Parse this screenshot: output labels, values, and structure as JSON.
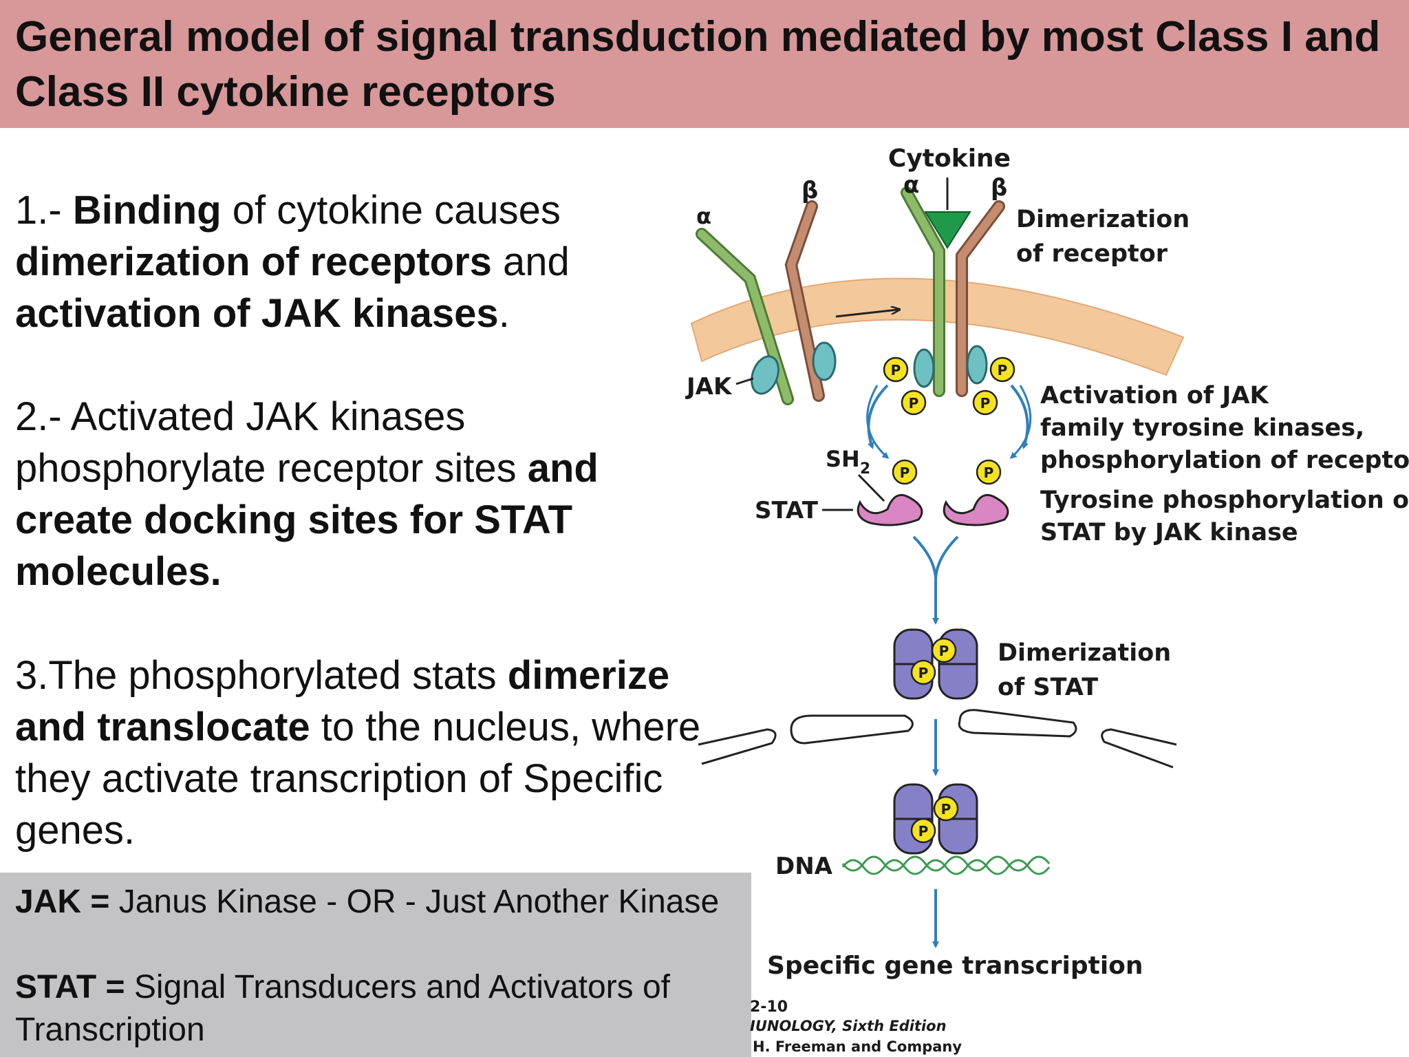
{
  "title": "General model of signal transduction mediated by most Class I and Class II cytokine receptors",
  "points": [
    {
      "parts": [
        {
          "t": "1.- ",
          "b": false
        },
        {
          "t": "Binding",
          "b": true
        },
        {
          "t": " of cytokine causes ",
          "b": false
        },
        {
          "t": "dimerization of receptors",
          "b": true
        },
        {
          "t": " and ",
          "b": false
        },
        {
          "t": "activation of JAK kinases",
          "b": true
        },
        {
          "t": ".",
          "b": false
        }
      ]
    },
    {
      "parts": [
        {
          "t": "2.- Activated JAK kinases phosphorylate receptor sites ",
          "b": false
        },
        {
          "t": "and create docking sites for STAT molecules.",
          "b": true
        }
      ]
    },
    {
      "parts": [
        {
          "t": "3.The phosphorylated stats ",
          "b": false
        },
        {
          "t": "dimerize and translocate",
          "b": true
        },
        {
          "t": " to the nucleus, where they activate transcription of Specific genes.",
          "b": false
        }
      ]
    }
  ],
  "glossary": [
    {
      "term": "JAK =",
      "def": " Janus Kinase - OR - Just Another Kinase"
    },
    {
      "term": "STAT =",
      "def": " Signal Transducers and Activators of Transcription"
    }
  ],
  "figure": {
    "cytokine": "Cytokine",
    "alpha": "α",
    "beta": "β",
    "dimerization_receptor": [
      "Dimerization",
      "of receptor"
    ],
    "jak": "JAK",
    "p": "P",
    "activation": [
      "Activation of JAK",
      "family tyrosine kinases,",
      "phosphorylation of receptor"
    ],
    "tyrosine": [
      "Tyrosine phosphorylation of",
      "STAT by JAK kinase"
    ],
    "sh2": "SH",
    "sh2_sub": "2",
    "stat": "STAT",
    "dimerization_stat": [
      "Dimerization",
      "of STAT"
    ],
    "dna": "DNA",
    "gene_transcription": "Specific gene transcription",
    "credit": [
      "2-10",
      "IUNOLOGY, Sixth Edition",
      "H. Freeman and Company"
    ],
    "colors": {
      "membrane": "#f3c89a",
      "receptor_green": "#8dbb6a",
      "receptor_brown": "#c48d70",
      "cytokine": "#1f9a4a",
      "jak": "#6fc0c2",
      "phosphate": "#f6e320",
      "stat_pink": "#d986c2",
      "stat_purple": "#8680c8",
      "arrow_blue": "#2f7fbf",
      "dna": "#3b9a50"
    }
  }
}
